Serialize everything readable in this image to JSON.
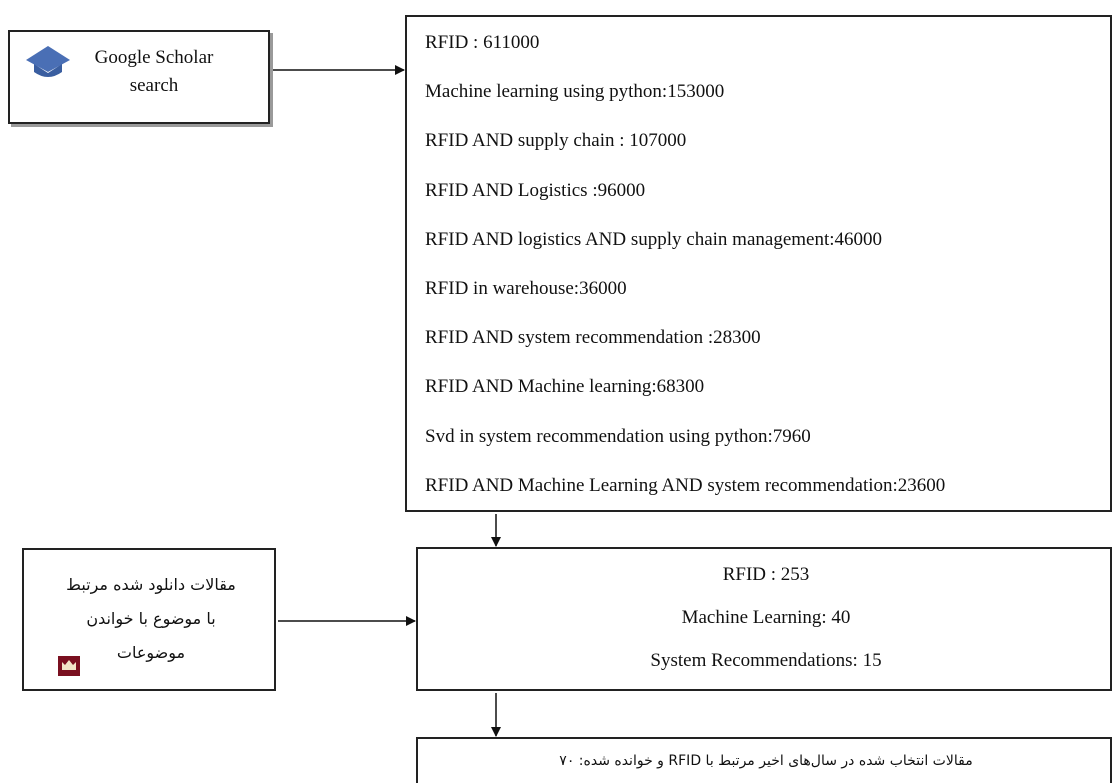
{
  "scholar": {
    "line1": "Google Scholar",
    "line2": "search",
    "icon": "graduation-cap-icon",
    "icon_color": "#4a6fb5"
  },
  "search_results": [
    "RFID : 611000",
    "Machine learning using python:153000",
    "RFID AND supply chain : 107000",
    "RFID AND Logistics :96000",
    "RFID AND logistics AND supply chain management:46000",
    "RFID in warehouse:36000",
    "RFID AND system recommendation :28300",
    "RFID AND Machine learning:68300",
    "Svd in system recommendation using python:7960",
    "RFID AND Machine Learning AND system recommendation:23600"
  ],
  "downloaded": {
    "line1": "مقالات دانلود شده مرتبط",
    "line2": "با موضوع با خواندن",
    "line3": "موضوعات",
    "icon": "library-icon",
    "icon_color": "#7a1020"
  },
  "counts": [
    "RFID : 253",
    "Machine Learning: 40",
    "System Recommendations: 15"
  ],
  "selected": {
    "text": "مقالات انتخاب شده در سال‌های اخیر مرتبط با RFID و خوانده شده: ۷۰"
  }
}
